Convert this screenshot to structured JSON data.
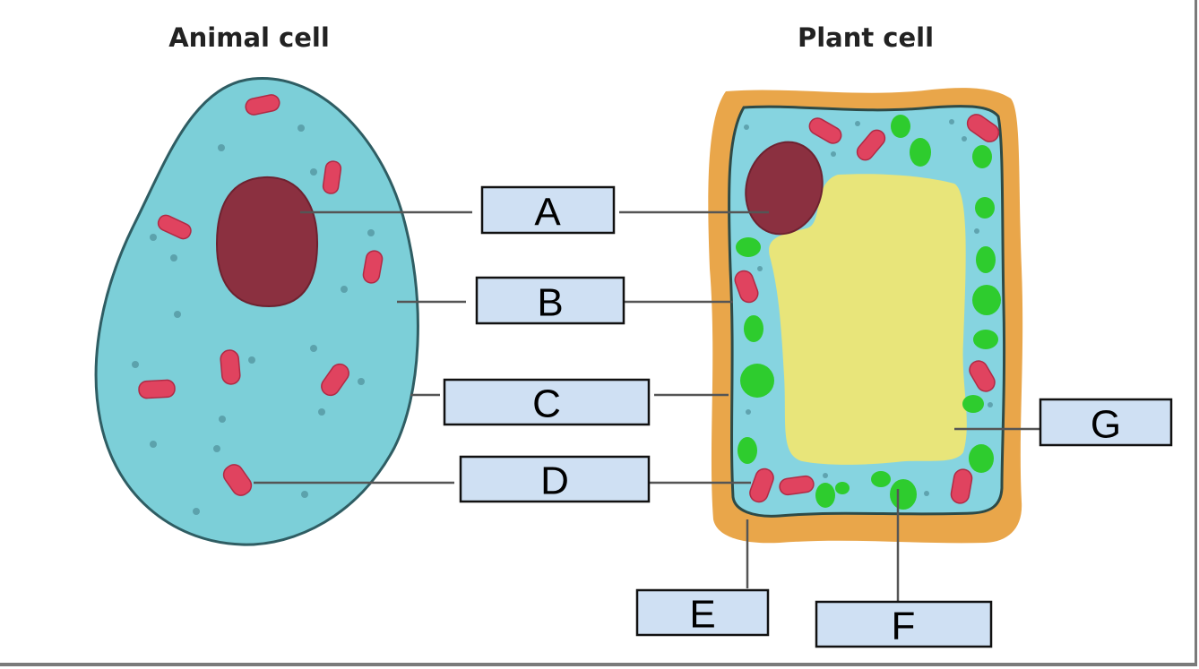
{
  "titles": {
    "animal": "Animal cell",
    "plant": "Plant cell"
  },
  "labels": {
    "A": "A",
    "B": "B",
    "C": "C",
    "D": "D",
    "E": "E",
    "F": "F",
    "G": "G"
  },
  "colors": {
    "cytoplasm": "#7ccfd8",
    "nucleus": "#8b3040",
    "mitochondria": "#e0435f",
    "chloroplast": "#2ecc2e",
    "vacuole": "#e8e57a",
    "cell_wall": "#e9a64a",
    "label_box": "#cfe0f3"
  }
}
